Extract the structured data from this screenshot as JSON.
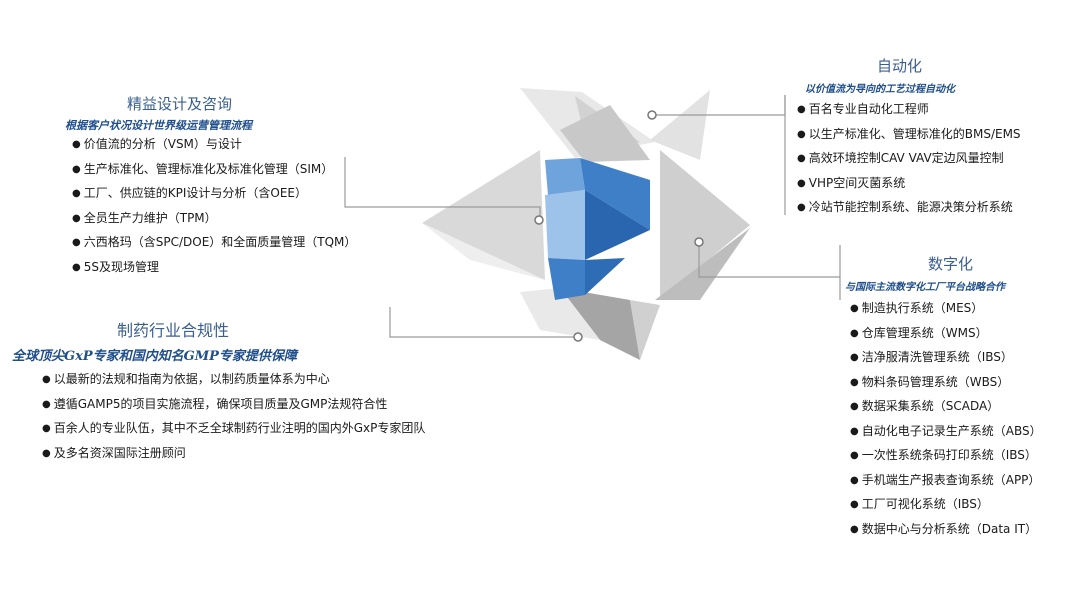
{
  "sections": {
    "lean": {
      "title": "精益设计及咨询",
      "subtitle": "根据客户状况设计世界级运营管理流程",
      "items": [
        "价值流的分析（VSM）与设计",
        "生产标准化、管理标准化及标准化管理（SIM）",
        "工厂、供应链的KPI设计与分析（含OEE）",
        "全员生产力维护（TPM）",
        "六西格玛（含SPC/DOE）和全面质量管理（TQM）",
        "5S及现场管理"
      ]
    },
    "automation": {
      "title": "自动化",
      "subtitle": "以价值流为导向的工艺过程自动化",
      "items": [
        "百名专业自动化工程师",
        "以生产标准化、管理标准化的BMS/EMS",
        "高效环境控制CAV VAV定边风量控制",
        "VHP空间灭菌系统",
        "冷站节能控制系统、能源决策分析系统"
      ]
    },
    "compliance": {
      "title": "制药行业合规性",
      "subtitle": "全球顶尖GxP专家和国内知名GMP专家提供保障",
      "items": [
        "以最新的法规和指南为依据，以制药质量体系为中心",
        "遵循GAMP5的项目实施流程，确保项目质量及GMP法规符合性",
        "百余人的专业队伍，其中不乏全球制药行业注明的国内外GxP专家团队",
        "及多名资深国际注册顾问"
      ]
    },
    "digital": {
      "title": "数字化",
      "subtitle": "与国际主流数字化工厂平台战略合作",
      "items": [
        "制造执行系统（MES）",
        "仓库管理系统（WMS）",
        "洁净服清洗管理系统（IBS）",
        "物料条码管理系统（WBS）",
        "数据采集系统（SCADA）",
        "自动化电子记录生产系统（ABS）",
        "一次性系统条码打印系统（IBS）",
        "手机端生产报表查询系统（APP）",
        "工厂可视化系统（IBS）",
        "数据中心与分析系统（Data IT）"
      ]
    }
  },
  "colors": {
    "title": "#3b5f8f",
    "subtitle": "#1f4e8c",
    "blue_dark": "#2e6db5",
    "blue_light": "#8db8e6",
    "gray_dark": "#9a9a9a",
    "gray_mid": "#c4c4c4",
    "gray_light": "#e6e6e6"
  }
}
